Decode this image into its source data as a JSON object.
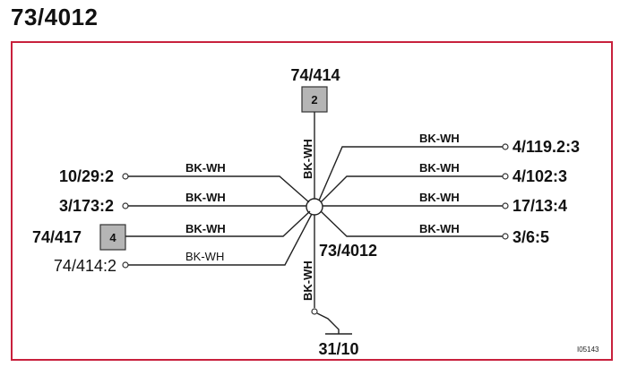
{
  "title": "73/4012",
  "frame_color": "#c8203c",
  "splice_label": "73/4012",
  "wire_color_code": "BK-WH",
  "connectors": {
    "top": {
      "name": "74/414",
      "pin": "2"
    },
    "left": {
      "name": "74/417",
      "pin": "4"
    }
  },
  "left_terminals": [
    "10/29:2",
    "3/173:2",
    "74/414:2"
  ],
  "right_terminals": [
    "4/119.2:3",
    "4/102:3",
    "17/13:4",
    "3/6:5"
  ],
  "ground": "31/10",
  "reference_code": "I05143"
}
